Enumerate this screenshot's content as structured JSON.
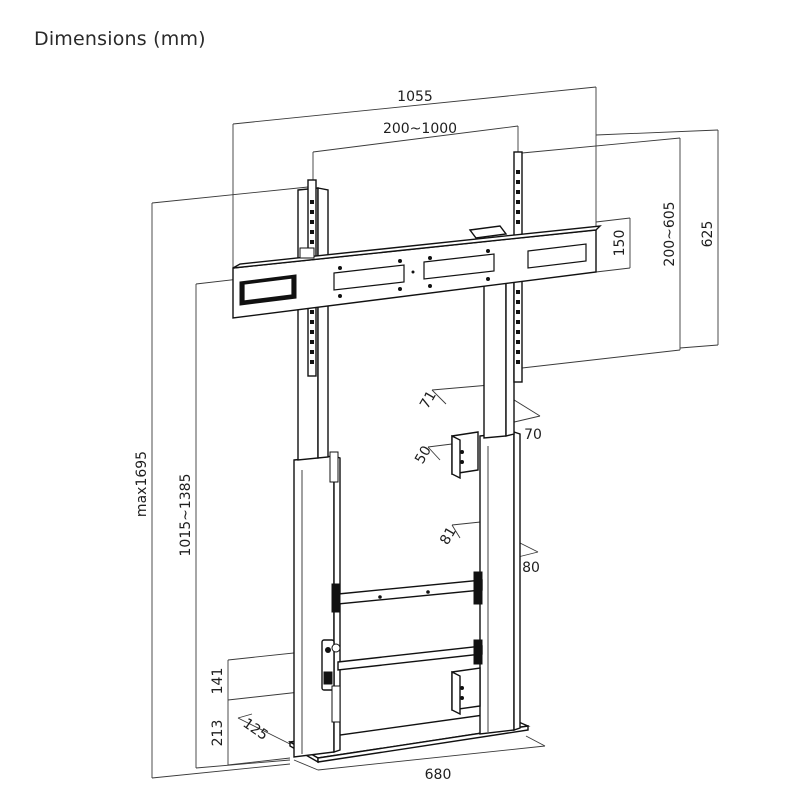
{
  "title": "Dimensions (mm)",
  "dimensions": {
    "overall_width": "1055",
    "vesa_width": "200~1000",
    "vesa_height": "200~605",
    "bracket_height": "625",
    "rail_height": "150",
    "max_height": "max1695",
    "height_range": "1015~1385",
    "upper_shelf_depth": "71",
    "upper_shelf_width": "70",
    "upper_bracket_depth": "50",
    "lower_shelf_depth": "81",
    "lower_shelf_width": "80",
    "lower_mount_height": "141",
    "base_height": "213",
    "base_depth": "125",
    "base_width": "680"
  }
}
